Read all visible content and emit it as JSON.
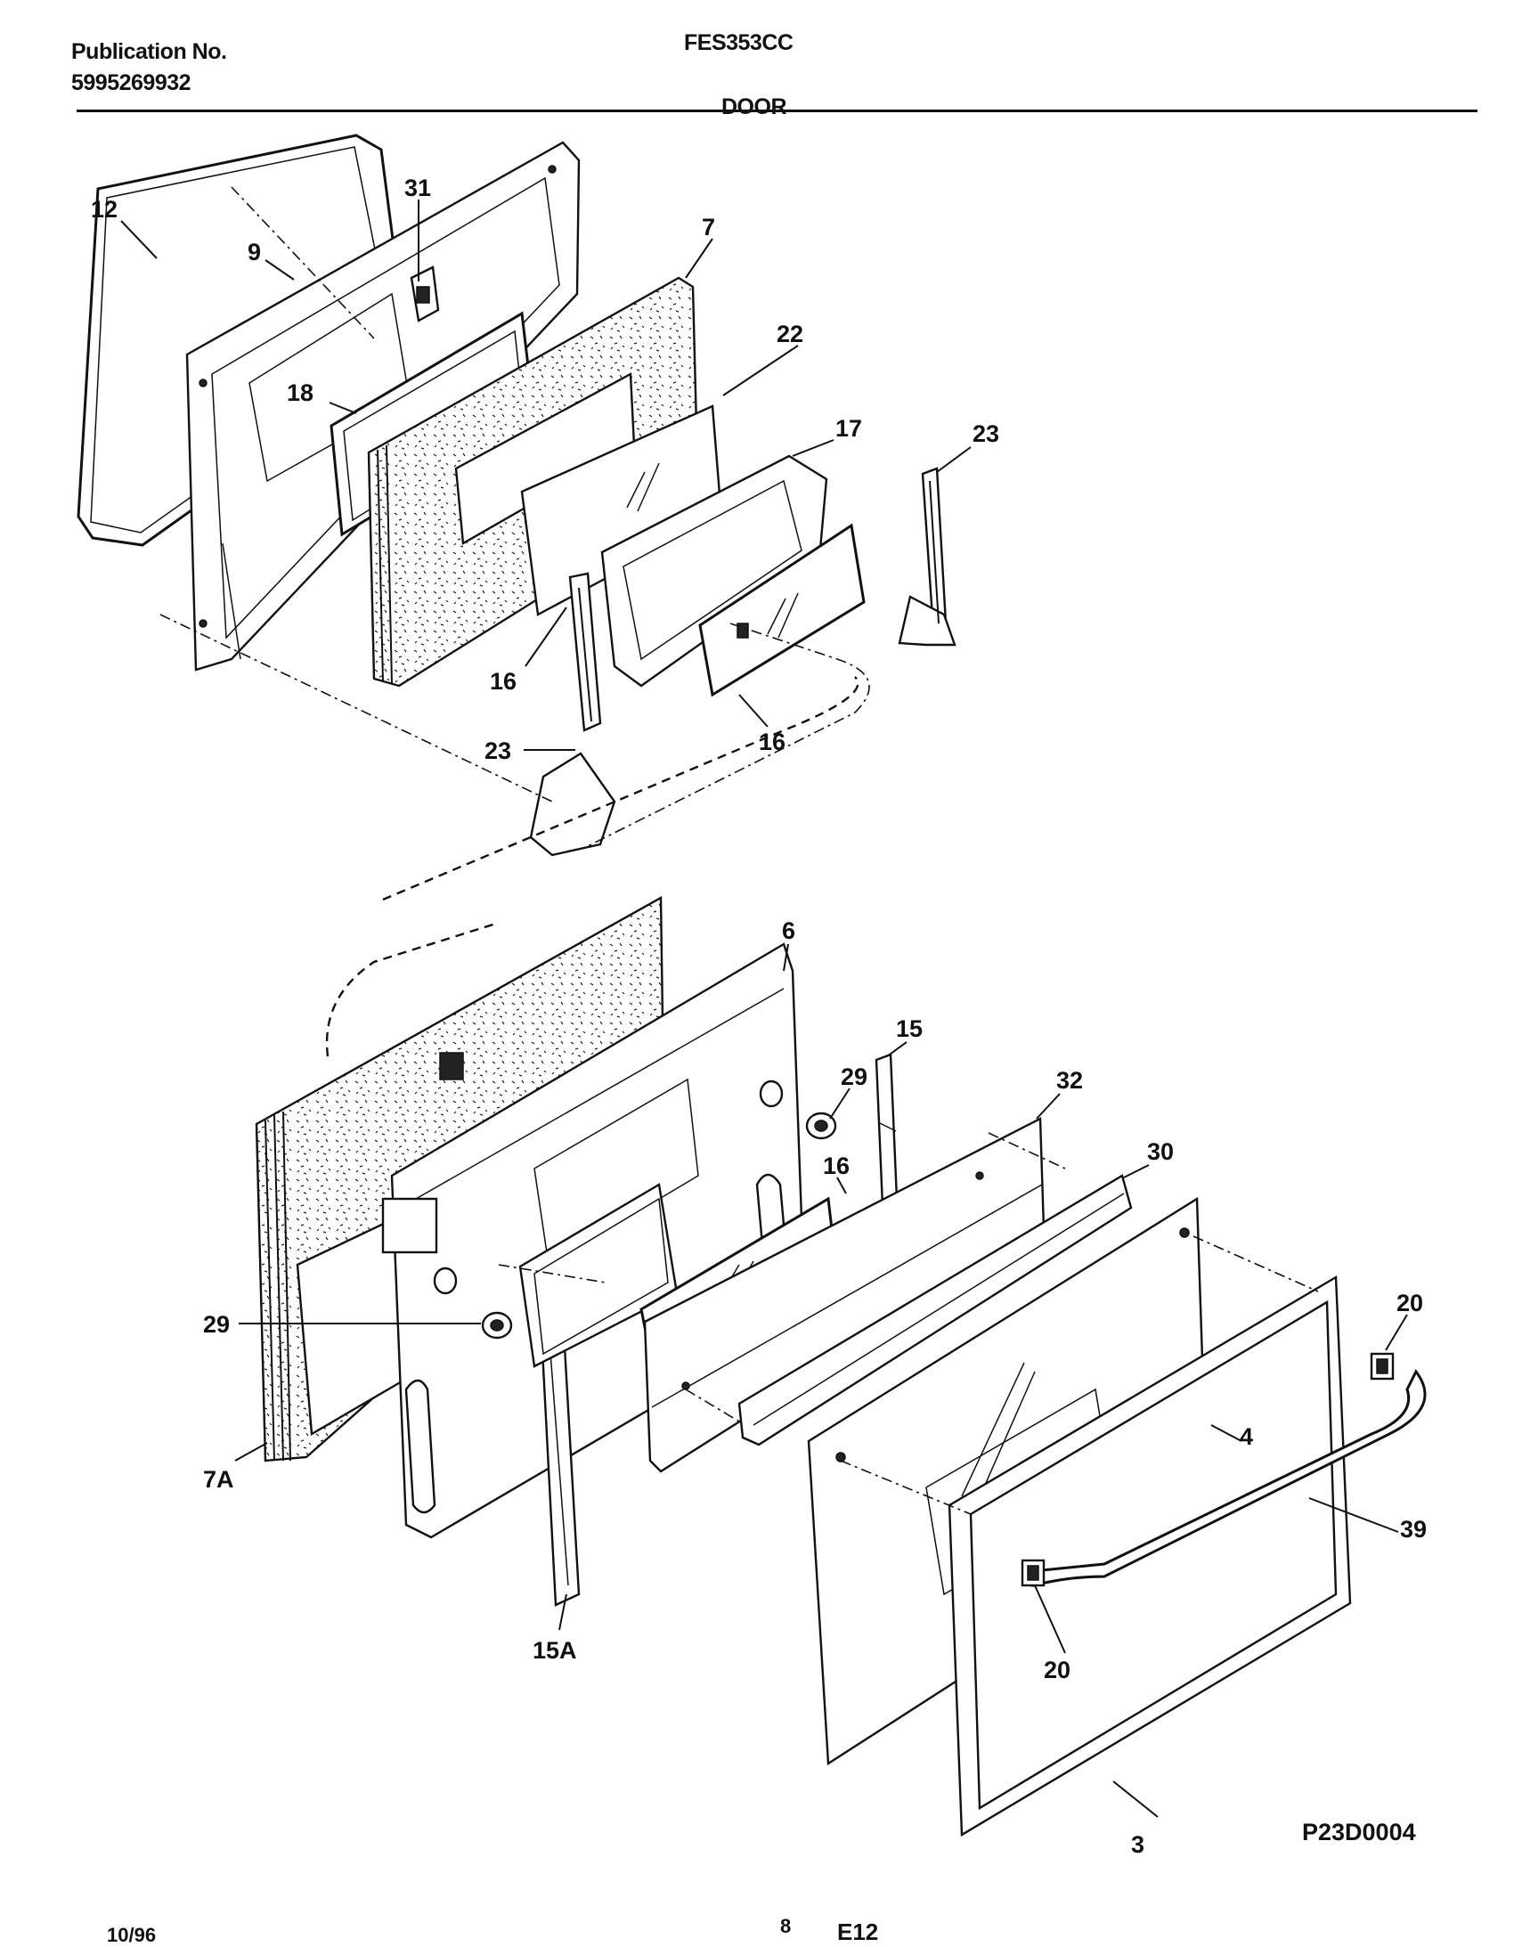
{
  "header": {
    "publication_label": "Publication No.",
    "publication_number": "5995269932",
    "model": "FES353CC",
    "section": "DOOR"
  },
  "callouts": {
    "c12": "12",
    "c31": "31",
    "c9": "9",
    "c7": "7",
    "c18": "18",
    "c22": "22",
    "c17": "17",
    "c23_right": "23",
    "c16_left": "16",
    "c16_bottom": "16",
    "c23_left": "23",
    "c6": "6",
    "c15": "15",
    "c29_top": "29",
    "c32": "32",
    "c16_lower": "16",
    "c30": "30",
    "c20_right": "20",
    "c29_left": "29",
    "c4": "4",
    "c7A": "7A",
    "c39": "39",
    "c15A": "15A",
    "c20_bottom": "20",
    "c3": "3"
  },
  "drawing_code": "P23D0004",
  "footer": {
    "date": "10/96",
    "page": "8",
    "code": "E12"
  }
}
